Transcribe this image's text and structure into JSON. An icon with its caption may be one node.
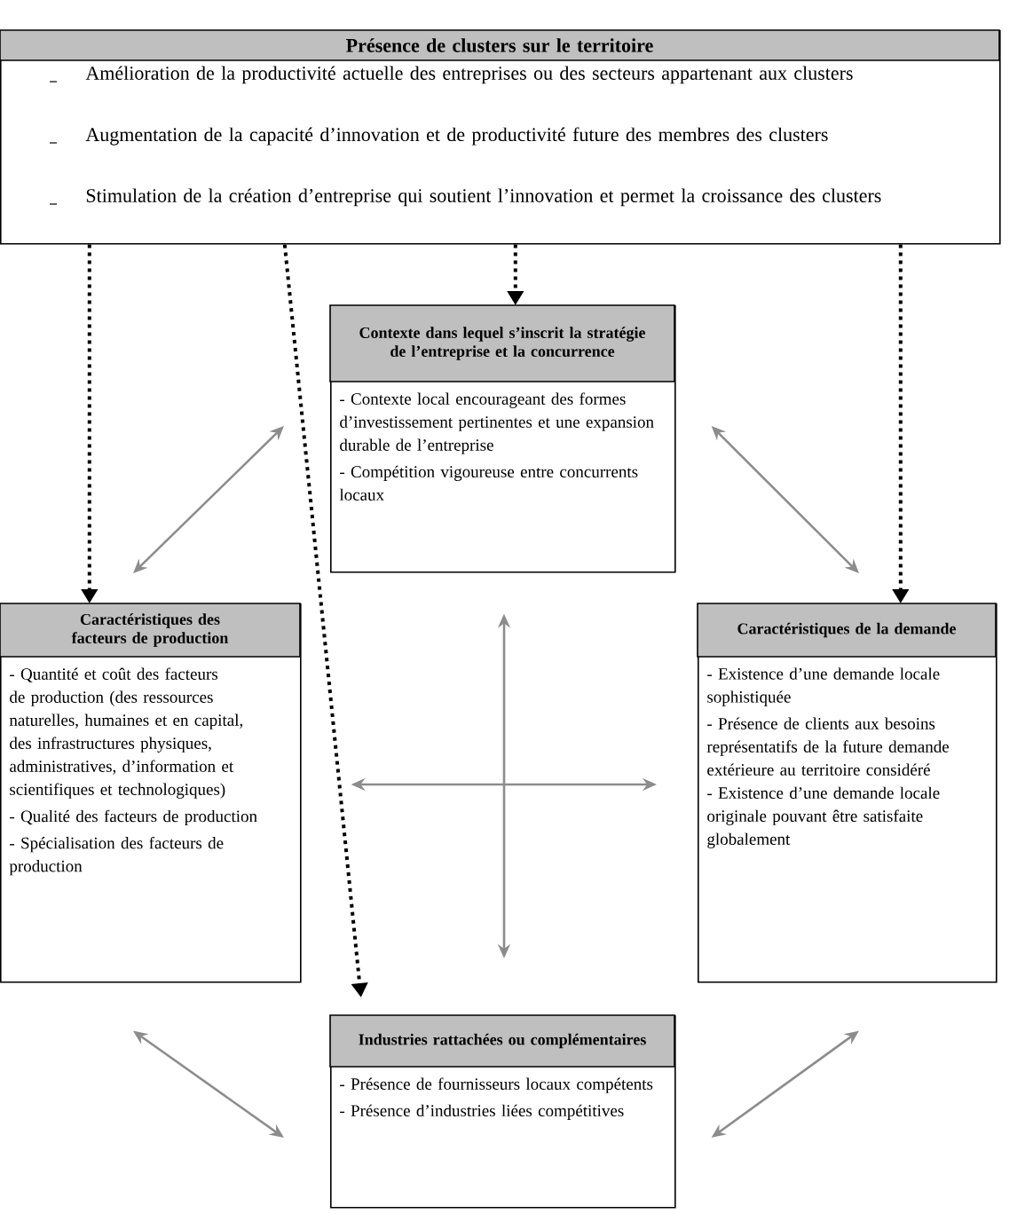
{
  "diagram": {
    "nodes": [
      {
        "text": [
          "Présence  de clusters sur le territoire",
          "Amélioration de la productivité actuelle des entreprises ou des secteurs appartenant aux clusters",
          "Augmentation de la capacité d’innovation et de productivité future des membres des clusters",
          "Stimulation de la création d’entreprise qui soutient l’innovation et permet la croissance des clusters"
        ]
      },
      {
        "text": [
          "Contexte dans lequel s’inscrit la stratégie de l’entreprise et la concurrence",
          "- Contexte local encourageant des formes d’investissement pertinentes et une expansion durable de l’entreprise",
          "- Compétition vigoureuse entre concurrents locaux"
        ]
      },
      {
        "text": [
          "Caractéristiques des facteurs de production",
          "- Quantité et coût des facteurs de production (des ressources naturelles, humaines et en capital, des infrastructures physiques, administratives, d’information et scientifiques et technologiques)",
          "- Qualité des facteurs de production",
          "- Spécialisation des facteurs de production"
        ]
      },
      {
        "text": [
          "Caractéristiques de la demande",
          "- Existence d’une demande locale sophistiquée",
          "- Présence de clients aux besoins représentatifs de la future demande extérieure au territoire considéré",
          "- Existence d’une demande locale originale pouvant être satisfaite globalement"
        ]
      },
      {
        "text": [
          "Industries rattachées ou complémentaires",
          "- Présence de fournisseurs locaux compétents",
          "- Présence d’industries liées compétitives"
        ]
      }
    ],
    "edges": [
      {
        "from": 0,
        "to": 1,
        "arrow": "to",
        "style": "dashed",
        "color": "#000000"
      },
      {
        "from": 0,
        "to": 2,
        "arrow": "to",
        "style": "dashed",
        "color": "#000000"
      },
      {
        "from": 0,
        "to": 3,
        "arrow": "to",
        "style": "dashed",
        "color": "#000000"
      },
      {
        "from": 0,
        "to": 4,
        "arrow": "to",
        "style": "dashed",
        "color": "#000000"
      },
      {
        "from": 1,
        "to": 2,
        "arrow": "both"
      },
      {
        "from": 1,
        "to": 3,
        "arrow": "both"
      },
      {
        "from": 2,
        "to": 4,
        "arrow": "both"
      },
      {
        "from": 3,
        "to": 4,
        "arrow": "both"
      },
      {
        "from": 1,
        "to": 4,
        "arrow": "both"
      },
      {
        "from": 2,
        "to": 3,
        "arrow": "both"
      }
    ]
  }
}
